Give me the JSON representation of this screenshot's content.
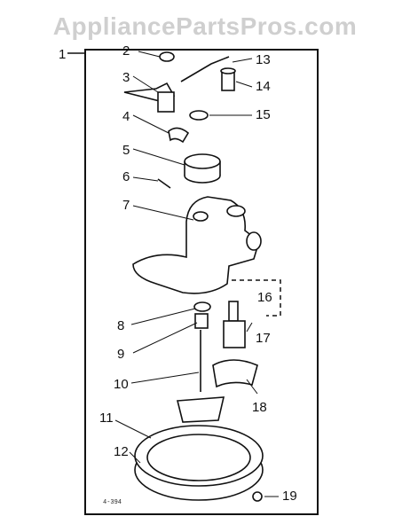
{
  "watermark": "AppliancePartsPros.com",
  "frame_marker": "1",
  "diagram_code": "4-394",
  "callouts": [
    "2",
    "3",
    "4",
    "5",
    "6",
    "7",
    "8",
    "9",
    "10",
    "11",
    "12",
    "13",
    "14",
    "15",
    "16",
    "17",
    "18",
    "19"
  ]
}
